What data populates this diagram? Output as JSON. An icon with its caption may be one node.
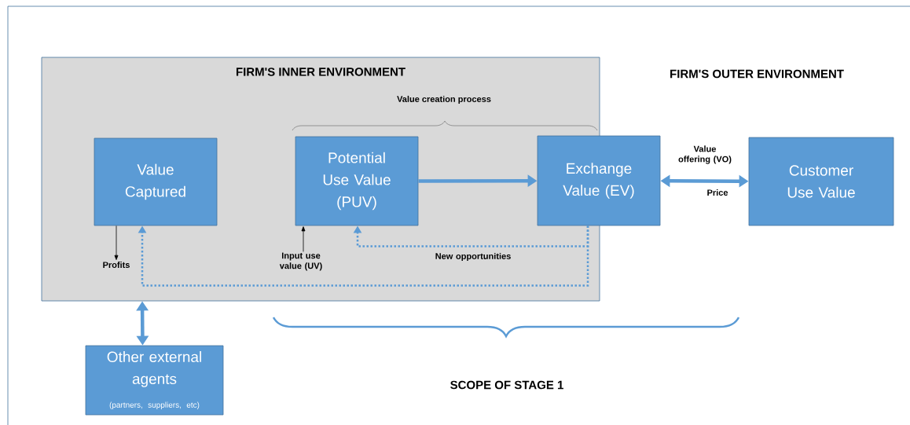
{
  "diagram": {
    "nodes": [
      {
        "text": [
          "FIRM'S INNER ENVIRONMENT"
        ]
      },
      {
        "text": [
          "Value Captured"
        ],
        "in": 0
      },
      {
        "text": [
          "Potential Use Value (PUV)"
        ],
        "in": 0
      },
      {
        "text": [
          "Exchange Value (EV)"
        ]
      },
      {
        "text": [
          "Customer Use Value"
        ]
      },
      {
        "text": [
          "Other external agents",
          "(partners, suppliers, etc)"
        ]
      },
      {
        "text": [
          "Profits"
        ],
        "in": 0
      },
      {
        "text": [
          "Input use value (UV)"
        ],
        "in": 0
      }
    ],
    "edges": [
      {
        "from": 2,
        "to": 3,
        "arrow": "to",
        "style": "thick"
      },
      {
        "from": 3,
        "to": 4,
        "arrow": "both",
        "style": "thick",
        "label": "Value offering (VO)"
      },
      {
        "from": 3,
        "to": 2,
        "arrow": "to",
        "style": "dashed",
        "label": "New opportunities"
      },
      {
        "from": 3,
        "to": 1,
        "arrow": "to",
        "style": "dashed"
      },
      {
        "from": 0,
        "to": 5,
        "arrow": "both",
        "style": "thick"
      },
      {
        "from": 1,
        "to": 6,
        "arrow": "to",
        "color": "#000000"
      },
      {
        "from": 7,
        "to": 2,
        "arrow": "to",
        "color": "#000000"
      }
    ],
    "labels": [
      "FIRM'S OUTER ENVIRONMENT",
      "Value creation process",
      "Price",
      "SCOPE OF STAGE 1"
    ]
  }
}
